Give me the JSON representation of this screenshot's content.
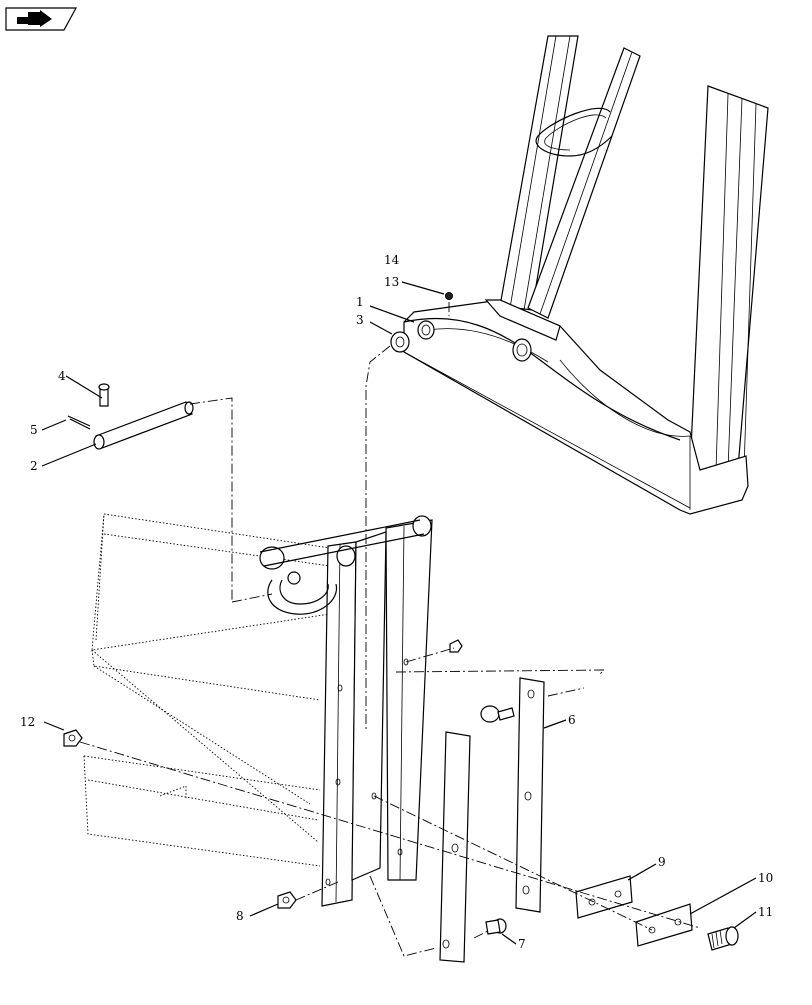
{
  "callouts": [
    {
      "id": "c14",
      "label": "14"
    },
    {
      "id": "c13",
      "label": "13"
    },
    {
      "id": "c1",
      "label": "1"
    },
    {
      "id": "c3",
      "label": "3"
    },
    {
      "id": "c4",
      "label": "4"
    },
    {
      "id": "c5",
      "label": "5"
    },
    {
      "id": "c2",
      "label": "2"
    },
    {
      "id": "c12",
      "label": "12"
    },
    {
      "id": "c6",
      "label": "6"
    },
    {
      "id": "c9",
      "label": "9"
    },
    {
      "id": "c10",
      "label": "10"
    },
    {
      "id": "c11",
      "label": "11"
    },
    {
      "id": "c8",
      "label": "8"
    },
    {
      "id": "c7",
      "label": "7"
    }
  ],
  "icons": {
    "corner_icon": "arrow-right-icon"
  }
}
